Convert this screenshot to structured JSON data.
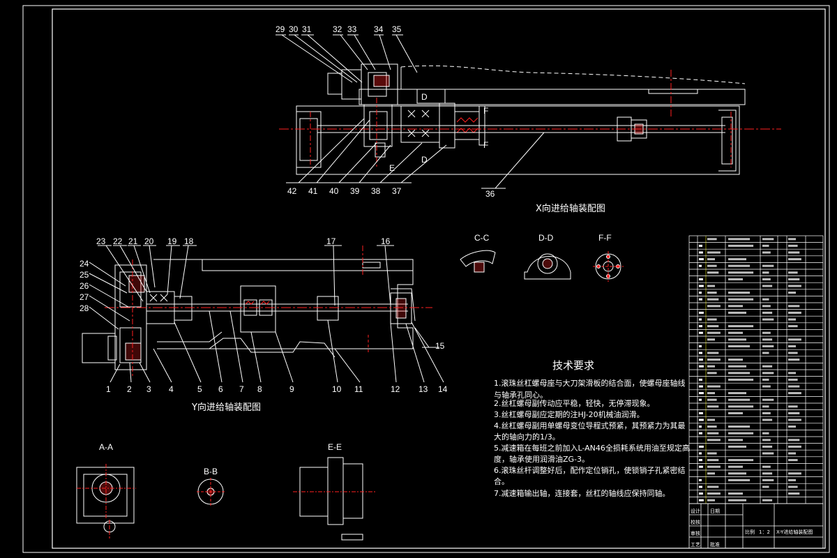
{
  "colors": {
    "background": "#000000",
    "line": "#ffffff",
    "center": "#ff2020",
    "hidden": "#c8c8c8",
    "accent": "#ffff00"
  },
  "x_view": {
    "title": "X向进给轴装配图",
    "callouts_top": [
      "29",
      "30",
      "31",
      "32",
      "33",
      "34",
      "35"
    ],
    "callouts_bottom": [
      "42",
      "41",
      "40",
      "39",
      "38",
      "37",
      "36"
    ],
    "marks": [
      "F",
      "F",
      "E",
      "D",
      "D"
    ]
  },
  "y_view": {
    "title": "Y向进给轴装配图",
    "callouts_top": [
      "23",
      "22",
      "21",
      "20",
      "19",
      "18",
      "17",
      "16"
    ],
    "callouts_left": [
      "24",
      "25",
      "26",
      "27",
      "28"
    ],
    "callouts_bottom": [
      "1",
      "2",
      "3",
      "4",
      "5",
      "6",
      "7",
      "8",
      "9",
      "10",
      "11",
      "12",
      "13",
      "14"
    ],
    "callout_right": "15"
  },
  "sections": {
    "cc": "C-C",
    "dd": "D-D",
    "ff": "F-F",
    "aa": "A-A",
    "bb": "B-B",
    "ee": "E-E"
  },
  "tech": {
    "title": "技术要求",
    "lines": [
      "1.滚珠丝杠螺母座与大刀架滑板的结合面，使螺母座轴线",
      "与轴承孔同心。",
      "2.丝杠螺母副传动应平稳，轻快，无停滞现象。",
      "3.丝杠螺母副应定期的注HJ-20机械油润滑。",
      "4.丝杠螺母副用单螺母变位导程式预紧，其预紧力为其最",
      "大的轴向力的1/3。",
      "5.减速箱在每班之前加入L-AN46全损耗系统用油至规定高",
      "度，轴承使用润滑油ZG-3。",
      "6.滚珠丝杆调整好后，配作定位销孔，使锁销子孔紧密结",
      "合。",
      "7.减速箱输出轴，连接套，丝杠的轴线应保持同轴。"
    ]
  },
  "title_block": {
    "scale_label": "比例",
    "scale_value": "1：2",
    "drawing_name": "X-Y进给轴装配图",
    "rows": [
      "设计",
      "校核",
      "审核",
      "工艺"
    ],
    "date_label": "日期",
    "approve_label": "批准"
  }
}
